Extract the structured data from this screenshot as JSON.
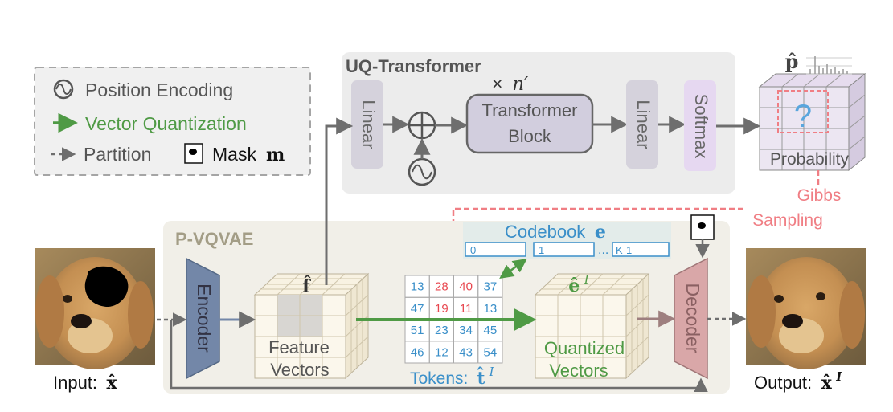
{
  "legend": {
    "position_encoding": "Position Encoding",
    "vector_quantization": "Vector Quantization",
    "partition": "Partition",
    "mask_label": "Mask",
    "mask_symbol": "m"
  },
  "uq": {
    "title": "UQ-Transformer",
    "linear_in": "Linear",
    "repeat_prefix": "×",
    "repeat_symbol": "n′",
    "block_line1": "Transformer",
    "block_line2": "Block",
    "linear_out": "Linear",
    "softmax": "Softmax",
    "probability": "Probability",
    "question": "?",
    "p_hat": "p̂"
  },
  "gibbs": {
    "line1": "Gibbs",
    "line2": "Sampling"
  },
  "pvq": {
    "title": "P-VQVAE",
    "encoder": "Encoder",
    "decoder": "Decoder",
    "f_hat": "f̂",
    "feature_line1": "Feature",
    "feature_line2": "Vectors",
    "quantized_line1": "Quantized",
    "quantized_line2": "Vectors",
    "e_hat": "ê",
    "e_sup": "I",
    "codebook_label": "Codebook",
    "codebook_symbol": "e",
    "codebook_cells": [
      "0",
      "1",
      "K-1"
    ],
    "codebook_dots": "...",
    "tokens_label": "Tokens:",
    "tokens_symbol": "t̂",
    "tokens_sup": "I"
  },
  "tokens": [
    [
      "13",
      "28",
      "40",
      "37"
    ],
    [
      "47",
      "19",
      "11",
      "13"
    ],
    [
      "51",
      "23",
      "34",
      "45"
    ],
    [
      "46",
      "12",
      "43",
      "54"
    ]
  ],
  "token_masked": [
    [
      false,
      true,
      true,
      false
    ],
    [
      false,
      true,
      true,
      false
    ],
    [
      false,
      false,
      false,
      false
    ],
    [
      false,
      false,
      false,
      false
    ]
  ],
  "input": {
    "label": "Input:",
    "symbol": "x̂"
  },
  "output": {
    "label": "Output:",
    "symbol": "x̂",
    "sup": "I"
  },
  "colors": {
    "token_blue": "#3a8fc9",
    "token_red": "#e8474f",
    "green": "#4f9a45",
    "gibbs": "#f07e84",
    "panel_gray": "#ececec",
    "pvq_bg": "#f1efe8",
    "encoder": "#7387a8",
    "decoder": "#d9a7a8",
    "transformer_block": "#d2cede",
    "linear": "#d5d2dc",
    "softmax": "#e6d8f1"
  }
}
